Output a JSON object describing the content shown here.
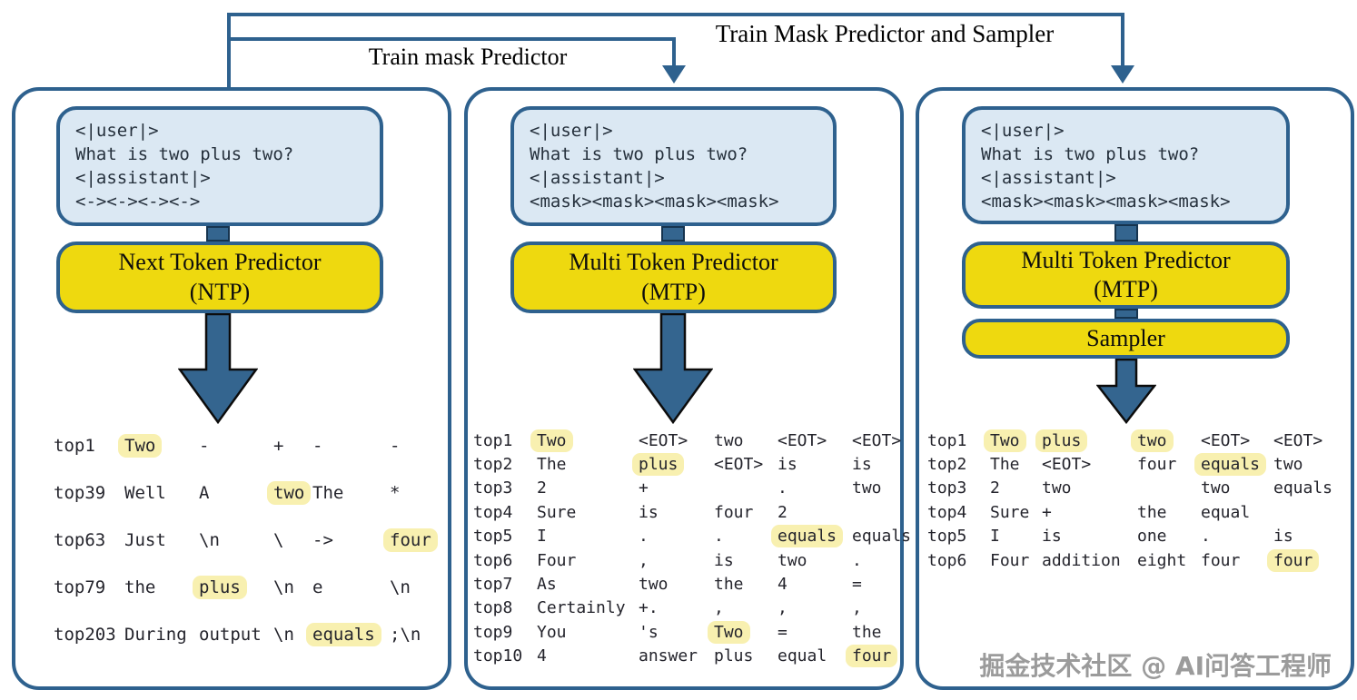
{
  "colors": {
    "accent": "#2e618e",
    "arrow": "#34658f",
    "prompt-bg": "#dbe8f3",
    "predictor-bg": "#eed90f",
    "highlight": "#f8f0b0",
    "token-text": "#24242c",
    "watermark": "#9b9b9b"
  },
  "connectors": {
    "mask_label": "Train mask Predictor",
    "sampler_label": "Train Mask Predictor and Sampler"
  },
  "watermark": "掘金技术社区 @ AI问答工程师",
  "panels": [
    {
      "prompt": "<|user|>\nWhat is two plus two?\n<|assistant|>\n<-><-><-><->",
      "predictor": "Next Token Predictor\n(NTP)",
      "rows": [
        {
          "label": "top1",
          "cells": [
            {
              "t": "Two",
              "hl": true
            },
            {
              "t": "-"
            },
            {
              "t": "+"
            },
            {
              "t": "-"
            },
            {
              "t": "-"
            }
          ]
        },
        {
          "label": "top39",
          "cells": [
            {
              "t": "Well"
            },
            {
              "t": "A"
            },
            {
              "t": "two",
              "hl": true
            },
            {
              "t": "The"
            },
            {
              "t": "*"
            }
          ]
        },
        {
          "label": "top63",
          "cells": [
            {
              "t": "Just"
            },
            {
              "t": "\\n"
            },
            {
              "t": "\\"
            },
            {
              "t": "->"
            },
            {
              "t": "four",
              "hl": true
            }
          ]
        },
        {
          "label": "top79",
          "cells": [
            {
              "t": "the"
            },
            {
              "t": "plus",
              "hl": true
            },
            {
              "t": "\\n"
            },
            {
              "t": "e"
            },
            {
              "t": "\\n"
            }
          ]
        },
        {
          "label": "top203",
          "cells": [
            {
              "t": "During"
            },
            {
              "t": "output"
            },
            {
              "t": "\\n"
            },
            {
              "t": "equals",
              "hl": true
            },
            {
              "t": ";\\n"
            }
          ]
        }
      ]
    },
    {
      "prompt": "<|user|>\nWhat is two plus two?\n<|assistant|>\n<mask><mask><mask><mask>",
      "predictor": "Multi Token Predictor\n(MTP)",
      "rows": [
        {
          "label": "top1",
          "cells": [
            {
              "t": "Two",
              "hl": true
            },
            {
              "t": "<EOT>"
            },
            {
              "t": "two"
            },
            {
              "t": "<EOT>"
            },
            {
              "t": "<EOT>"
            }
          ]
        },
        {
          "label": "top2",
          "cells": [
            {
              "t": "The"
            },
            {
              "t": "plus",
              "hl": true
            },
            {
              "t": "<EOT>"
            },
            {
              "t": "is"
            },
            {
              "t": "is"
            }
          ]
        },
        {
          "label": "top3",
          "cells": [
            {
              "t": "2"
            },
            {
              "t": "+"
            },
            {
              "t": ""
            },
            {
              "t": "."
            },
            {
              "t": "two"
            }
          ]
        },
        {
          "label": "top4",
          "cells": [
            {
              "t": "Sure"
            },
            {
              "t": "is"
            },
            {
              "t": "four"
            },
            {
              "t": "2"
            },
            {
              "t": ""
            }
          ]
        },
        {
          "label": "top5",
          "cells": [
            {
              "t": "I"
            },
            {
              "t": "."
            },
            {
              "t": "."
            },
            {
              "t": "equals",
              "hl": true
            },
            {
              "t": "equals"
            }
          ]
        },
        {
          "label": "top6",
          "cells": [
            {
              "t": "Four"
            },
            {
              "t": ","
            },
            {
              "t": "is"
            },
            {
              "t": "two"
            },
            {
              "t": "."
            }
          ]
        },
        {
          "label": "top7",
          "cells": [
            {
              "t": "As"
            },
            {
              "t": "two"
            },
            {
              "t": "the"
            },
            {
              "t": "4"
            },
            {
              "t": "="
            }
          ]
        },
        {
          "label": "top8",
          "cells": [
            {
              "t": "Certainly"
            },
            {
              "t": "+."
            },
            {
              "t": ","
            },
            {
              "t": ","
            },
            {
              "t": ","
            }
          ]
        },
        {
          "label": "top9",
          "cells": [
            {
              "t": "You"
            },
            {
              "t": "'s"
            },
            {
              "t": "Two",
              "hl": true
            },
            {
              "t": "="
            },
            {
              "t": "the"
            }
          ]
        },
        {
          "label": "top10",
          "cells": [
            {
              "t": "4"
            },
            {
              "t": "answer"
            },
            {
              "t": "plus"
            },
            {
              "t": "equal"
            },
            {
              "t": "four",
              "hl": true
            }
          ]
        }
      ]
    },
    {
      "prompt": "<|user|>\nWhat is two plus two?\n<|assistant|>\n<mask><mask><mask><mask>",
      "predictor": "Multi Token Predictor\n(MTP)",
      "sampler": "Sampler",
      "rows": [
        {
          "label": "top1",
          "cells": [
            {
              "t": "Two",
              "hl": true
            },
            {
              "t": "plus",
              "hl": true
            },
            {
              "t": "two",
              "hl": true
            },
            {
              "t": "<EOT>"
            },
            {
              "t": "<EOT>"
            }
          ]
        },
        {
          "label": "top2",
          "cells": [
            {
              "t": "The"
            },
            {
              "t": "<EOT>"
            },
            {
              "t": "four"
            },
            {
              "t": "equals",
              "hl": true
            },
            {
              "t": "two"
            }
          ]
        },
        {
          "label": "top3",
          "cells": [
            {
              "t": "2"
            },
            {
              "t": "two"
            },
            {
              "t": ""
            },
            {
              "t": "two"
            },
            {
              "t": "equals"
            }
          ]
        },
        {
          "label": "top4",
          "cells": [
            {
              "t": "Sure"
            },
            {
              "t": "+"
            },
            {
              "t": "the"
            },
            {
              "t": "equal"
            },
            {
              "t": ""
            }
          ]
        },
        {
          "label": "top5",
          "cells": [
            {
              "t": "I"
            },
            {
              "t": "is"
            },
            {
              "t": "one"
            },
            {
              "t": "."
            },
            {
              "t": "is"
            }
          ]
        },
        {
          "label": "top6",
          "cells": [
            {
              "t": "Four"
            },
            {
              "t": "addition"
            },
            {
              "t": "eight"
            },
            {
              "t": "four"
            },
            {
              "t": "four",
              "hl": true
            }
          ]
        }
      ]
    }
  ]
}
